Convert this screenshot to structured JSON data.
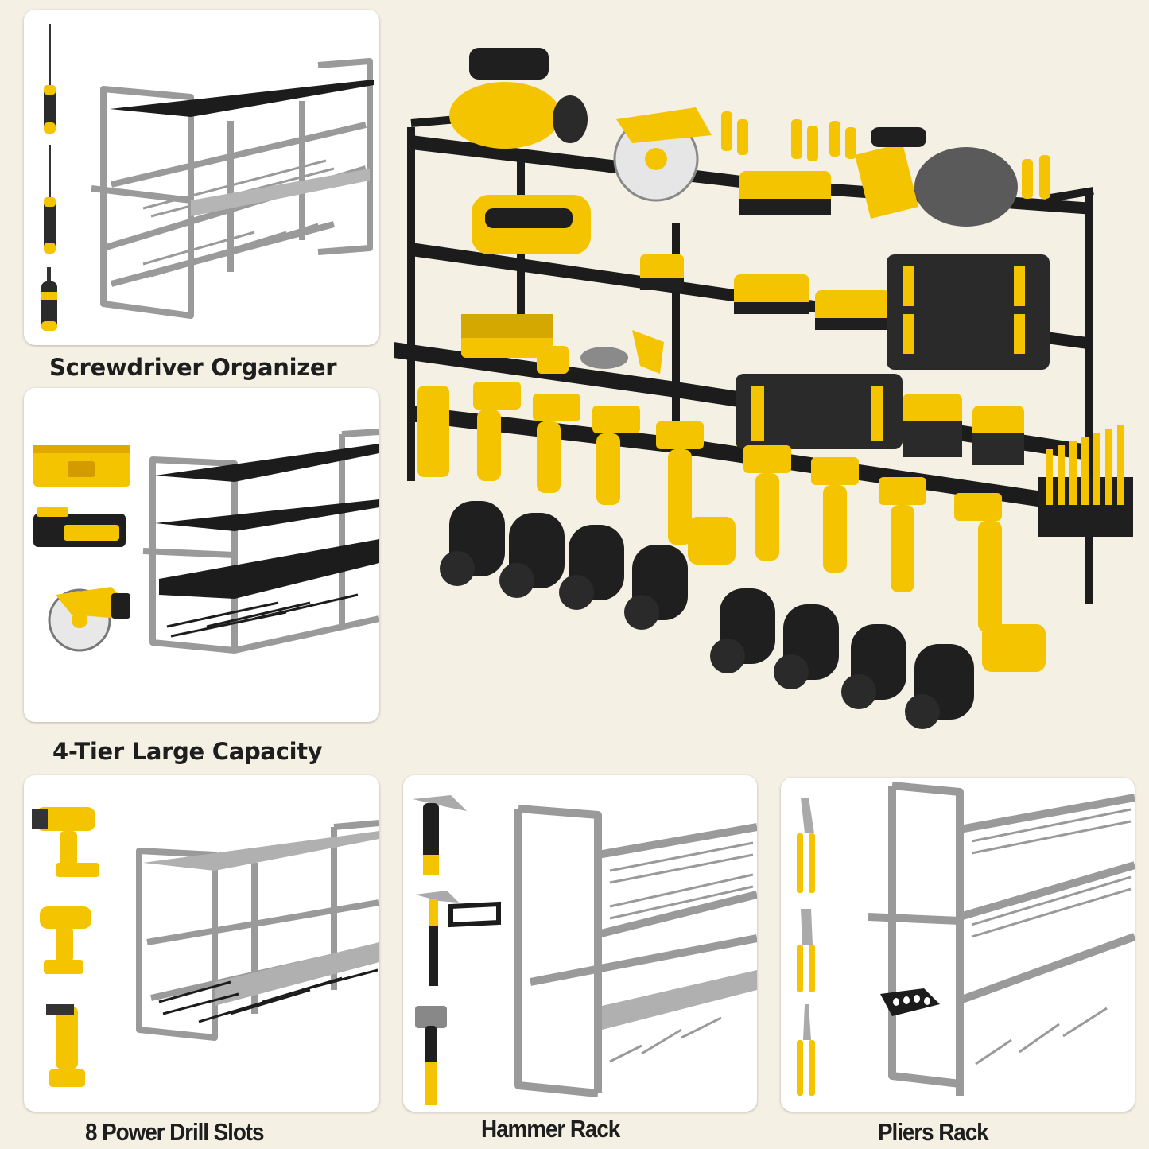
{
  "colors": {
    "background": "#f5f0e4",
    "card": "#ffffff",
    "rack_gray": "#9a9a9a",
    "rack_black": "#1c1c1c",
    "tool_yellow": "#f5c400",
    "caption_text": "#1e1e1e"
  },
  "panels": [
    {
      "id": "screwdriver",
      "caption": "Screwdriver Organizer",
      "tools": [
        "screwdriver-long-icon",
        "screwdriver-medium-icon",
        "screwdriver-stubby-icon"
      ]
    },
    {
      "id": "capacity",
      "caption": "4-Tier Large Capacity",
      "tools": [
        "toolbox-icon",
        "battery-icon",
        "circular-saw-icon"
      ]
    },
    {
      "id": "drill",
      "caption": "8 Power Drill Slots",
      "tools": [
        "hammer-drill-icon",
        "impact-driver-icon",
        "right-angle-drill-icon"
      ]
    },
    {
      "id": "hammer",
      "caption": "Hammer Rack",
      "tools": [
        "claw-hammer-icon",
        "framing-hammer-icon",
        "sledge-hammer-icon"
      ]
    },
    {
      "id": "pliers",
      "caption": "Pliers Rack",
      "tools": [
        "groove-joint-pliers-icon",
        "lineman-pliers-icon",
        "needle-nose-pliers-icon"
      ]
    }
  ],
  "hero": {
    "drill_count": 8,
    "tiers": 4
  }
}
